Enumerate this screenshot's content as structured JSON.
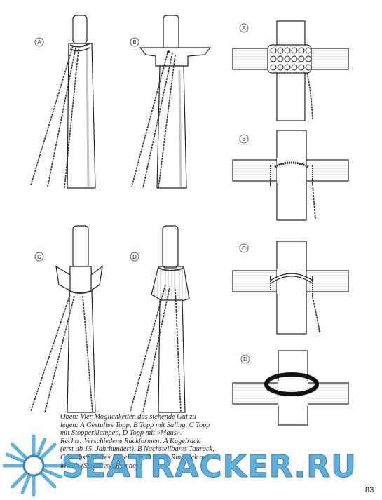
{
  "figure_labels": {
    "top_left_a": "A",
    "top_left_b": "B",
    "bottom_left_c": "C",
    "bottom_left_d": "D",
    "right_a": "A",
    "right_b": "B",
    "right_c": "C",
    "right_d": "D"
  },
  "caption": {
    "lines": [
      "Oben: Vier Möglichkeiten das stehende Gut zu",
      "legen: A Gestuftes Topp, B Topp mit Saling, C Topp",
      "mit Stopperklampen, D Topp mit »Maus«.",
      "Rechts: Verschiedene Rackformen: A Kugelrack",
      "(erst ab 15. Jahrhundert), B Nachstellbares Taurack,",
      "C Nachstellbares Bügelrack, D festes Ringrack aus",
      "Metall (Siegel von Romney)"
    ]
  },
  "watermark": {
    "text": "SEATRACKER.RU",
    "color": "#4aa3d8"
  },
  "page_number": "83"
}
